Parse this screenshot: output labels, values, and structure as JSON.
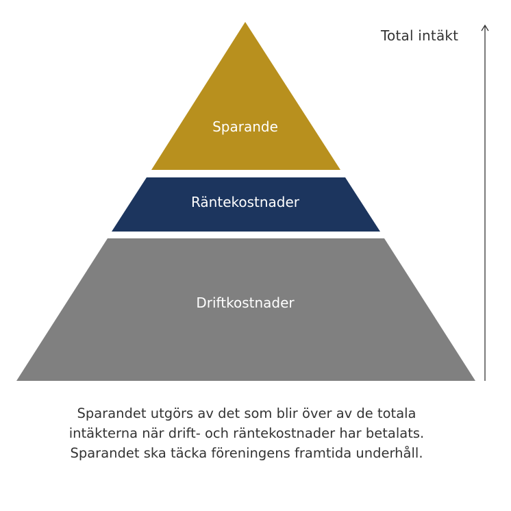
{
  "axis_label": "Total intäkt",
  "layers": [
    {
      "label": "Sparande",
      "color": "#B8901E"
    },
    {
      "label": "Räntekostnader",
      "color": "#1C355E"
    },
    {
      "label": "Driftkostnader",
      "color": "#808080"
    }
  ],
  "caption": [
    "Sparandet utgörs av det som blir över av de totala",
    "intäkterna när drift- och räntekostnader har betalats.",
    "Sparandet ska täcka föreningens framtida underhåll."
  ]
}
